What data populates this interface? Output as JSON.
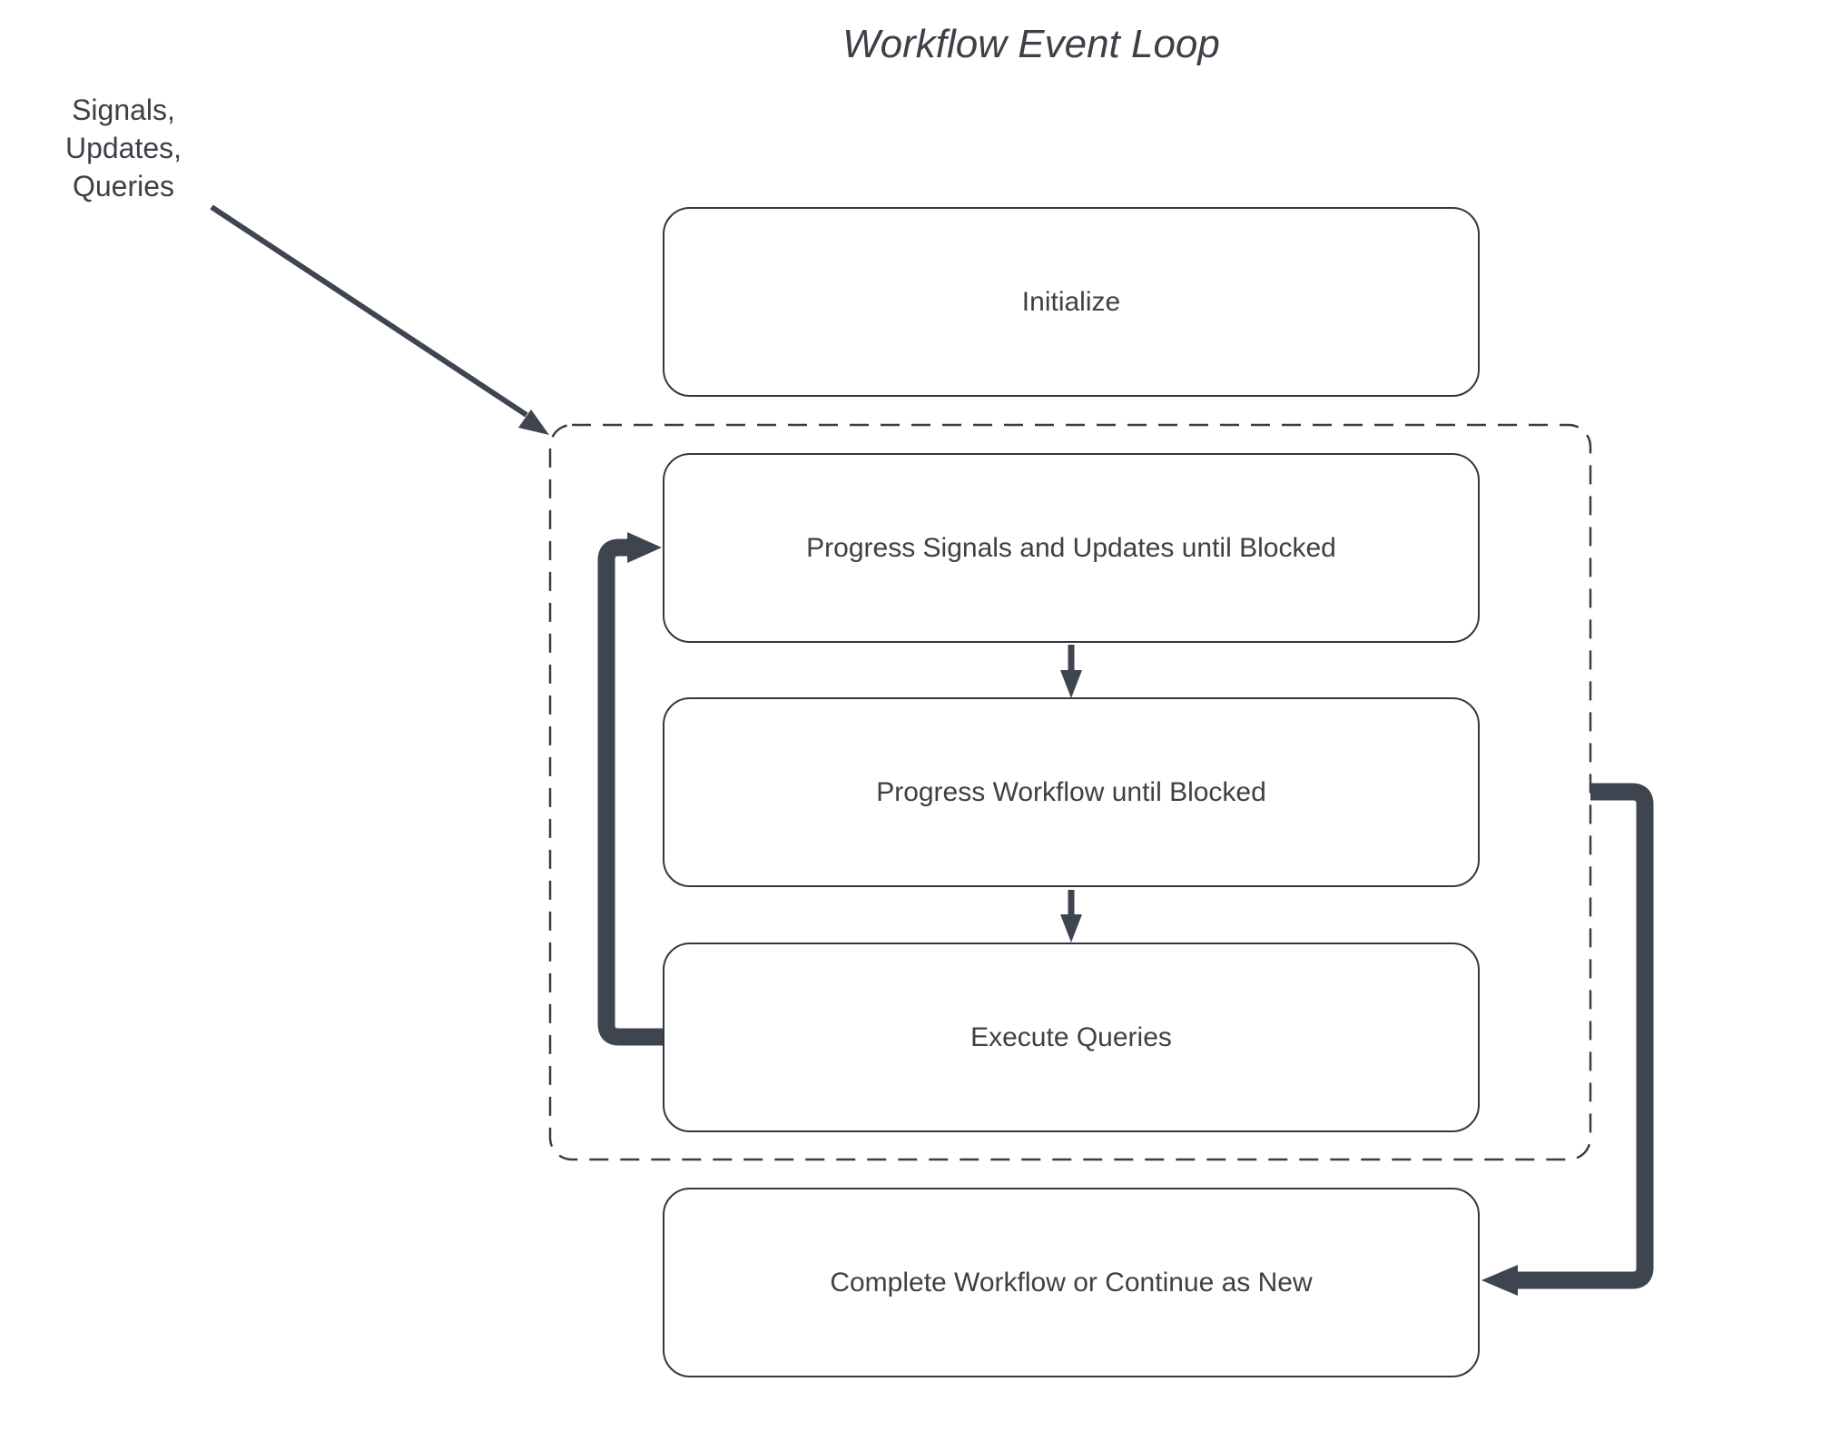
{
  "title": "Workflow Event Loop",
  "annotation": "Signals, Updates,\nQueries",
  "nodes": [
    {
      "id": "initialize",
      "label": "Initialize"
    },
    {
      "id": "progress-signals",
      "label": "Progress Signals and Updates until Blocked"
    },
    {
      "id": "progress-workflow",
      "label": "Progress Workflow until Blocked"
    },
    {
      "id": "execute-queries",
      "label": "Execute Queries"
    },
    {
      "id": "complete",
      "label": "Complete Workflow or Continue as New"
    }
  ],
  "edges": [
    {
      "from": "annotation",
      "to": "event-loop-container",
      "style": "thin-diagonal"
    },
    {
      "from": "progress-signals",
      "to": "progress-workflow",
      "style": "thin-down"
    },
    {
      "from": "progress-workflow",
      "to": "execute-queries",
      "style": "thin-down"
    },
    {
      "from": "execute-queries",
      "to": "progress-signals",
      "style": "thick-loop-left"
    },
    {
      "from": "event-loop-container",
      "to": "complete",
      "style": "thick-right"
    }
  ],
  "colors": {
    "arrow": "#3e4450",
    "box_border": "#34383d",
    "dashed_border": "#3a3e44",
    "text": "#3d4045",
    "background": "#ffffff"
  }
}
